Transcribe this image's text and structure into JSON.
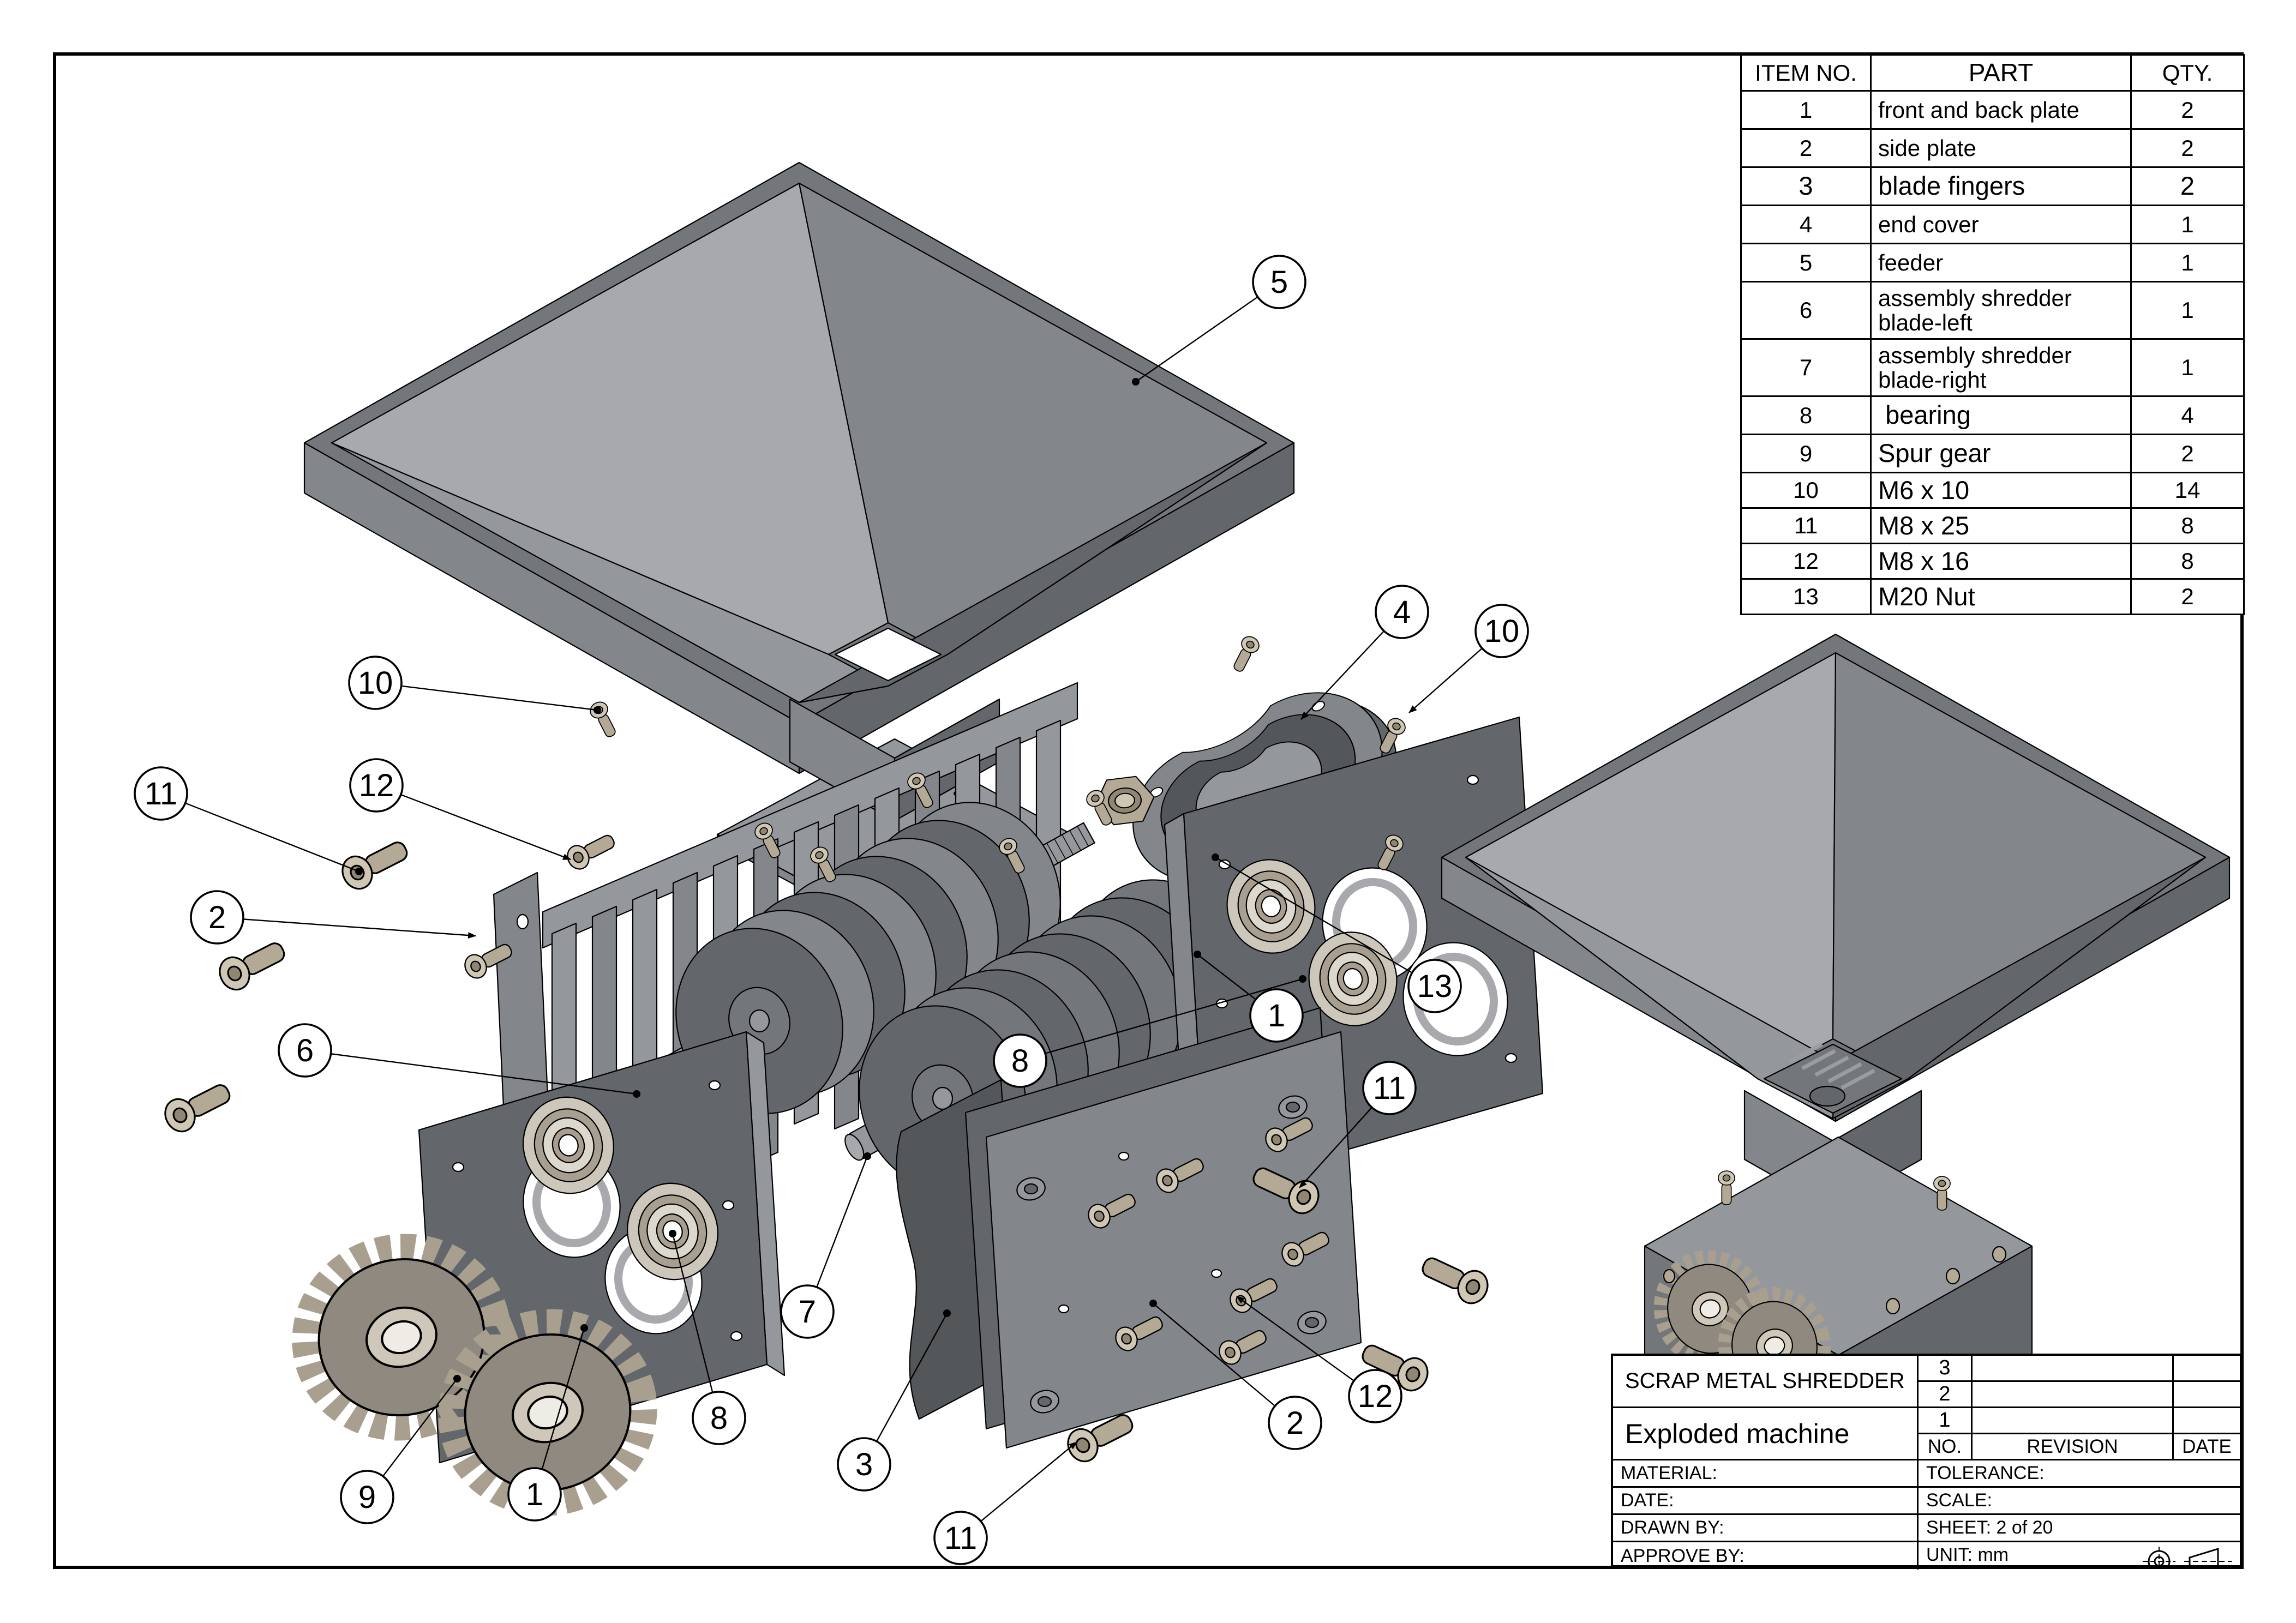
{
  "sheet": {
    "background": "#ffffff",
    "unit_system": "mm",
    "projection_icon": "third-angle-projection-icon"
  },
  "colors": {
    "part_darkest": "#54575a",
    "part_dark": "#63666a",
    "part_mid": "#73767a",
    "part_mid2": "#83868a",
    "part_light": "#94979b",
    "part_lighter": "#a7a9ac",
    "fastener": "#b3a995",
    "fastener_light": "#cfc6b4",
    "fastener_dark": "#8f8673",
    "bearing_outer": "#cdc7bb",
    "bearing_mid": "#a89f90",
    "bearing_light": "#ddd8cd",
    "gear_face": "#8f897f",
    "gear_teeth": "#a89f8f",
    "gear_hub": "#cfc8ba",
    "gear_hole": "#efece5"
  },
  "bom": {
    "headers": {
      "item": "ITEM NO.",
      "part": "PART",
      "qty": "QTY."
    },
    "rows": [
      {
        "item": "1",
        "part": "front and back plate",
        "qty": "2"
      },
      {
        "item": "2",
        "part": "side plate",
        "qty": "2"
      },
      {
        "item": "3",
        "part": "blade fingers",
        "qty": "2"
      },
      {
        "item": "4",
        "part": "end cover",
        "qty": "1"
      },
      {
        "item": "5",
        "part": "feeder",
        "qty": "1"
      },
      {
        "item": "6",
        "part": "assembly shredder blade-left",
        "qty": "1"
      },
      {
        "item": "7",
        "part": "assembly shredder blade-right",
        "qty": "1"
      },
      {
        "item": "8",
        "part": " bearing",
        "qty": "4"
      },
      {
        "item": "9",
        "part": "Spur gear",
        "qty": "2"
      },
      {
        "item": "10",
        "part": "M6 x 10",
        "qty": "14"
      },
      {
        "item": "11",
        "part": "M8 x 25",
        "qty": "8"
      },
      {
        "item": "12",
        "part": "M8 x 16",
        "qty": "8"
      },
      {
        "item": "13",
        "part": "M20 Nut",
        "qty": "2"
      }
    ]
  },
  "title_block": {
    "project": "SCRAP METAL SHREDDER",
    "drawing_title": "Exploded machine",
    "revision_table": {
      "rows": [
        "3",
        "2",
        "1"
      ],
      "no_label": "NO.",
      "revision_label": "REVISION",
      "date_label": "DATE"
    },
    "fields": {
      "material": "MATERIAL:",
      "tolerance": "TOLERANCE:",
      "date": "DATE:",
      "scale": "SCALE:",
      "drawn_by": "DRAWN BY:",
      "sheet": "SHEET: 2 of 20",
      "approve_by": "APPROVE BY:",
      "unit": "UNIT: mm"
    }
  },
  "balloons": [
    {
      "label": "5"
    },
    {
      "label": "4"
    },
    {
      "label": "10"
    },
    {
      "label": "13"
    },
    {
      "label": "1"
    },
    {
      "label": "8"
    },
    {
      "label": "11"
    },
    {
      "label": "10"
    },
    {
      "label": "12"
    },
    {
      "label": "11"
    },
    {
      "label": "2"
    },
    {
      "label": "6"
    },
    {
      "label": "9"
    },
    {
      "label": "1"
    },
    {
      "label": "8"
    },
    {
      "label": "7"
    },
    {
      "label": "3"
    },
    {
      "label": "11"
    },
    {
      "label": "2"
    },
    {
      "label": "12"
    }
  ]
}
